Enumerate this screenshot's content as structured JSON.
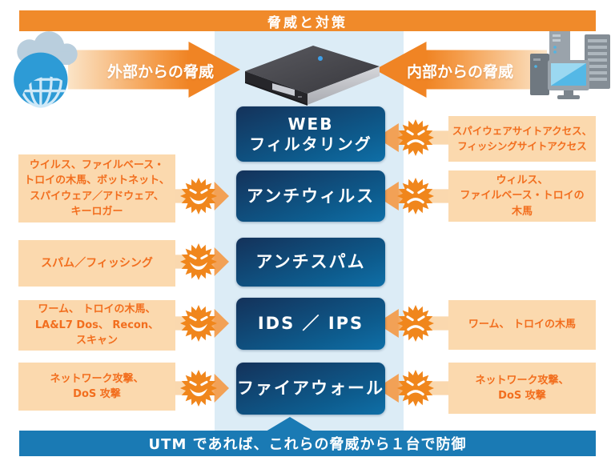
{
  "page": {
    "title": "脅威と対策",
    "footer": "UTM であれば、これらの脅威から１台で防御"
  },
  "arrows": {
    "external": "外部からの脅威",
    "internal": "内部からの脅威"
  },
  "rows": [
    {
      "function": "WEB\nフィルタリング",
      "right_threat": "スパイウェアサイトアクセス、\nフィッシングサイトアクセス"
    },
    {
      "function": "アンチウィルス",
      "left_threat": "ウイルス、ファイルベース・\nトロイの木馬、ボットネット、\nスパイウェア／アドウェア、\nキーロガー",
      "right_threat": "ウィルス、\nファイルベース・トロイの\n木馬"
    },
    {
      "function": "アンチスパム",
      "left_threat": "スパム／フィッシング"
    },
    {
      "function": "IDS ／ IPS",
      "left_threat": "ワーム、 トロイの木馬、\nLA&L7 Dos、 Recon、\nスキャン",
      "right_threat": "ワーム、 トロイの木馬"
    },
    {
      "function": "ファイアウォール",
      "left_threat": "ネットワーク攻撃、\nDoS 攻撃",
      "right_threat": "ネットワーク攻撃、\nDoS 攻撃"
    }
  ],
  "icons": {
    "left_source": "cloud-globe",
    "right_source": "computers",
    "center_device": "utm-appliance",
    "left_threat_icon": "virus-grin",
    "right_threat_icon": "virus-angry"
  },
  "colors": {
    "banner_orange": "#F08A2A",
    "threat_box_bg": "#FBD9AE",
    "threat_text": "#F26E1E",
    "virus_orange": "#F0861C",
    "column_bg": "#DCECF6",
    "function_box_top": "#14325A",
    "function_box_bottom": "#0F6FA7",
    "footer_blue": "#1A7AB4"
  }
}
